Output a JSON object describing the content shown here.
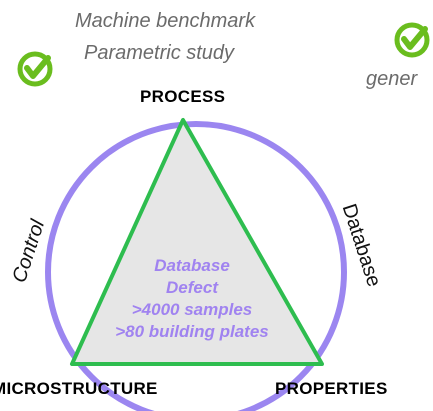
{
  "process_notes": [
    "Machine benchmark",
    "Parametric study"
  ],
  "right_note": "gener",
  "vertices": {
    "top": "PROCESS",
    "bottom_left": "MICROSTRUCTURE",
    "bottom_right": "PROPERTIES"
  },
  "sides": {
    "left": "Control",
    "right": "Database"
  },
  "center_lines": [
    "Database",
    "Defect",
    ">4000 samples",
    ">80 building plates"
  ],
  "colors": {
    "circle": "#9b86f0",
    "triangle_stroke": "#2ebd4f",
    "triangle_fill": "#e6e6e6",
    "check": "#6abd1e",
    "center_text": "#a083f0"
  },
  "icons": [
    "check-badge-icon",
    "check-badge-icon"
  ]
}
